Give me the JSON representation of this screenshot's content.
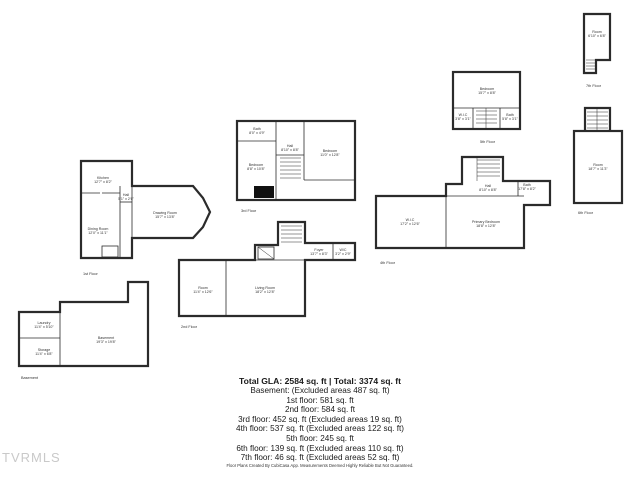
{
  "floors": {
    "basement": {
      "label": "Basement",
      "rooms": {
        "laundry": {
          "name": "Laundry",
          "dim": "11'4\" x 5'10\""
        },
        "storage": {
          "name": "Storage",
          "dim": "11'4\" x 6'8\""
        },
        "basement": {
          "name": "Basement",
          "dim": "19'3\" x 19'8\""
        }
      }
    },
    "first": {
      "label": "1st Floor",
      "rooms": {
        "kitchen": {
          "name": "Kitchen",
          "dim": "12'7\" x 8'2\""
        },
        "dining": {
          "name": "Dining Room",
          "dim": "12'0\" x 11'1\""
        },
        "hall": {
          "name": "Hall",
          "dim": "5'1\" x 2'6\""
        },
        "drawing": {
          "name": "Drawing Room",
          "dim": "15'7\" x 13'8\""
        }
      }
    },
    "second": {
      "label": "2nd Floor",
      "rooms": {
        "room": {
          "name": "Room",
          "dim": "11'4\" x 12'6\""
        },
        "living": {
          "name": "Living Room",
          "dim": "18'2\" x 12'8\""
        },
        "foyer": {
          "name": "Foyer",
          "dim": "13'7\" x 8'3\""
        },
        "wc": {
          "name": "W/C",
          "dim": "3'2\" x 2'9\""
        }
      }
    },
    "third": {
      "label": "3rd Floor",
      "rooms": {
        "bath": {
          "name": "Bath",
          "dim": "8'0\" x 4'9\""
        },
        "hall": {
          "name": "Hall",
          "dim": "8'10\" x 8'8\""
        },
        "bedroom1": {
          "name": "Bedroom",
          "dim": "8'8\" x 10'8\""
        },
        "bedroom2": {
          "name": "Bedroom",
          "dim": "11'0\" x 12'8\""
        }
      }
    },
    "fourth": {
      "label": "4th Floor",
      "rooms": {
        "wic": {
          "name": "W.I.C",
          "dim": "17'2\" x 12'6\""
        },
        "hall": {
          "name": "Hall",
          "dim": "8'10\" x 8'8\""
        },
        "bath": {
          "name": "Bath",
          "dim": "17'8\" x 8'2\""
        },
        "primary": {
          "name": "Primary Bedroom",
          "dim": "18'8\" x 12'8\""
        }
      }
    },
    "fifth": {
      "label": "5th Floor",
      "rooms": {
        "bedroom": {
          "name": "Bedroom",
          "dim": "15'7\" x 8'8\""
        },
        "wic": {
          "name": "W.I.C",
          "dim": "3'8\" x 3'1\""
        },
        "bath": {
          "name": "Bath",
          "dim": "5'8\" x 3'1\""
        }
      }
    },
    "sixth": {
      "label": "6th Floor",
      "rooms": {
        "room": {
          "name": "Room",
          "dim": "18'7\" x 11'3\""
        }
      }
    },
    "seventh": {
      "label": "7th Floor",
      "rooms": {
        "room": {
          "name": "Room",
          "dim": "6'10\" x 6'8\""
        }
      }
    }
  },
  "summary": {
    "total": "Total GLA: 2584 sq. ft | Total: 3374 sq. ft",
    "lines": [
      "Basement: (Excluded areas 487 sq. ft)",
      "1st floor: 581 sq. ft",
      "2nd floor: 584 sq. ft",
      "3rd floor: 452 sq. ft (Excluded areas 19 sq. ft)",
      "4th floor: 537 sq. ft (Excluded areas 122 sq. ft)",
      "5th floor: 245 sq. ft",
      "6th floor: 139 sq. ft (Excluded areas 110 sq. ft)",
      "7th floor: 46 sq. ft (Excluded areas 52 sq. ft)"
    ]
  },
  "credit": "Floor Plans Created By CubiCasa App. Measurements Deemed Highly Reliable But Not Guaranteed.",
  "brand": "TVRMLS"
}
